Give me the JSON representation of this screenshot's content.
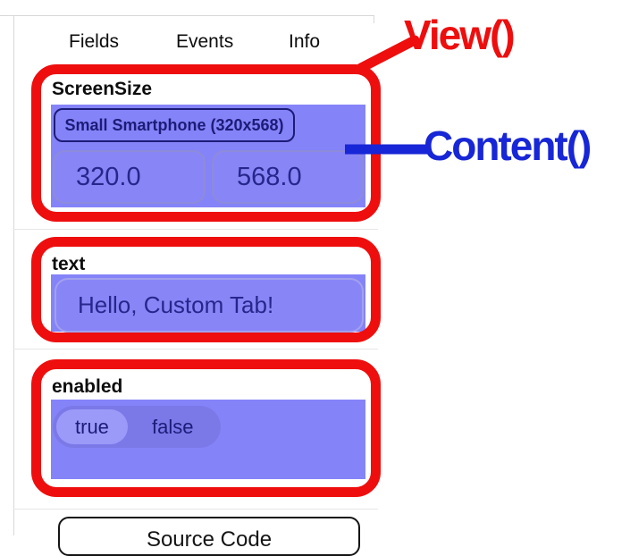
{
  "annotations": {
    "view_label": "View()",
    "content_label": "Content()"
  },
  "tabs": [
    {
      "label": "Fields"
    },
    {
      "label": "Events"
    },
    {
      "label": "Info"
    }
  ],
  "sections": [
    {
      "label": "ScreenSize",
      "preset_button": "Small Smartphone (320x568)",
      "width_value": "320.0",
      "height_value": "568.0"
    },
    {
      "label": "text",
      "value": "Hello, Custom Tab!"
    },
    {
      "label": "enabled",
      "options": [
        "true",
        "false"
      ],
      "selected": "true"
    }
  ],
  "footer": {
    "source_code_label": "Source Code"
  },
  "colors": {
    "panel_purple": "#8583f8",
    "navy_text": "#1c1c78",
    "annotation_red": "#ee0e0e",
    "annotation_blue": "#1726d6"
  }
}
